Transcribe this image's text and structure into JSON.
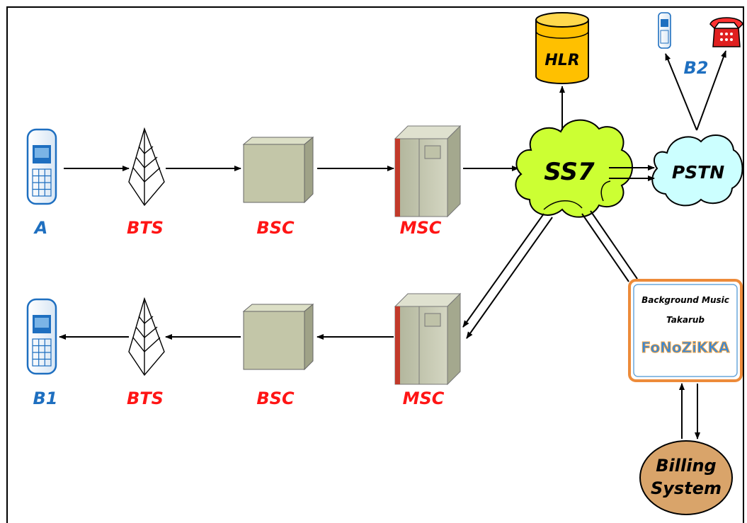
{
  "labels": {
    "phone_a": "A",
    "bts_top": "BTS",
    "bsc_top": "BSC",
    "msc_top": "MSC",
    "phone_b1": "B1",
    "bts_bottom": "BTS",
    "bsc_bottom": "BSC",
    "msc_bottom": "MSC",
    "ss7": "SS7",
    "pstn": "PSTN",
    "hlr": "HLR",
    "b2": "B2",
    "billing_line1": "Billing",
    "billing_line2": "System"
  },
  "service_box": {
    "line1": "Background Music",
    "line2": "Takarub",
    "logo": "FoNoZiKKA"
  },
  "colors": {
    "blue_label": "#1e6fc0",
    "red_label": "#ff1515",
    "cloud_green": "#ccff33",
    "cloud_cyan": "#ccffff",
    "hlr_orange": "#ffc000",
    "billing_brown": "#d9a46a",
    "box_border": "#ed8b3a"
  }
}
